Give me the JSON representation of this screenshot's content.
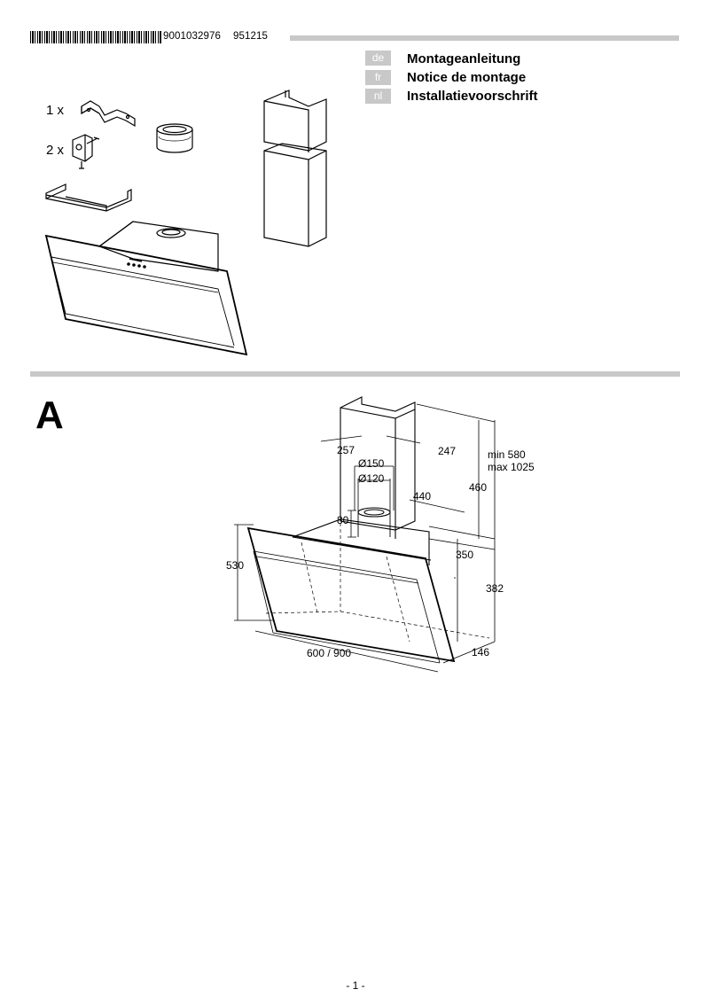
{
  "header": {
    "doc_number": "9001032976",
    "revision": "951215"
  },
  "languages": [
    {
      "code": "de",
      "title": "Montageanleitung"
    },
    {
      "code": "fr",
      "title": "Notice de montage"
    },
    {
      "code": "nl",
      "title": "Installatievoorschrift"
    }
  ],
  "parts": [
    {
      "qty": "1 x",
      "icon": "wall-bracket-icon"
    },
    {
      "qty": "2 x",
      "icon": "screw-clip-icon"
    }
  ],
  "section": {
    "letter": "A"
  },
  "dimensions": {
    "d257": "257",
    "d247": "247",
    "d150": "Ø150",
    "d120": "Ø120",
    "d440": "440",
    "d460": "460",
    "d80": "80",
    "min": "min 580",
    "max": "max 1025",
    "d350": "350",
    "d382": "382",
    "d530": "530",
    "d146": "146",
    "width": "600 / 900"
  },
  "footer": {
    "page": "- 1 -"
  }
}
